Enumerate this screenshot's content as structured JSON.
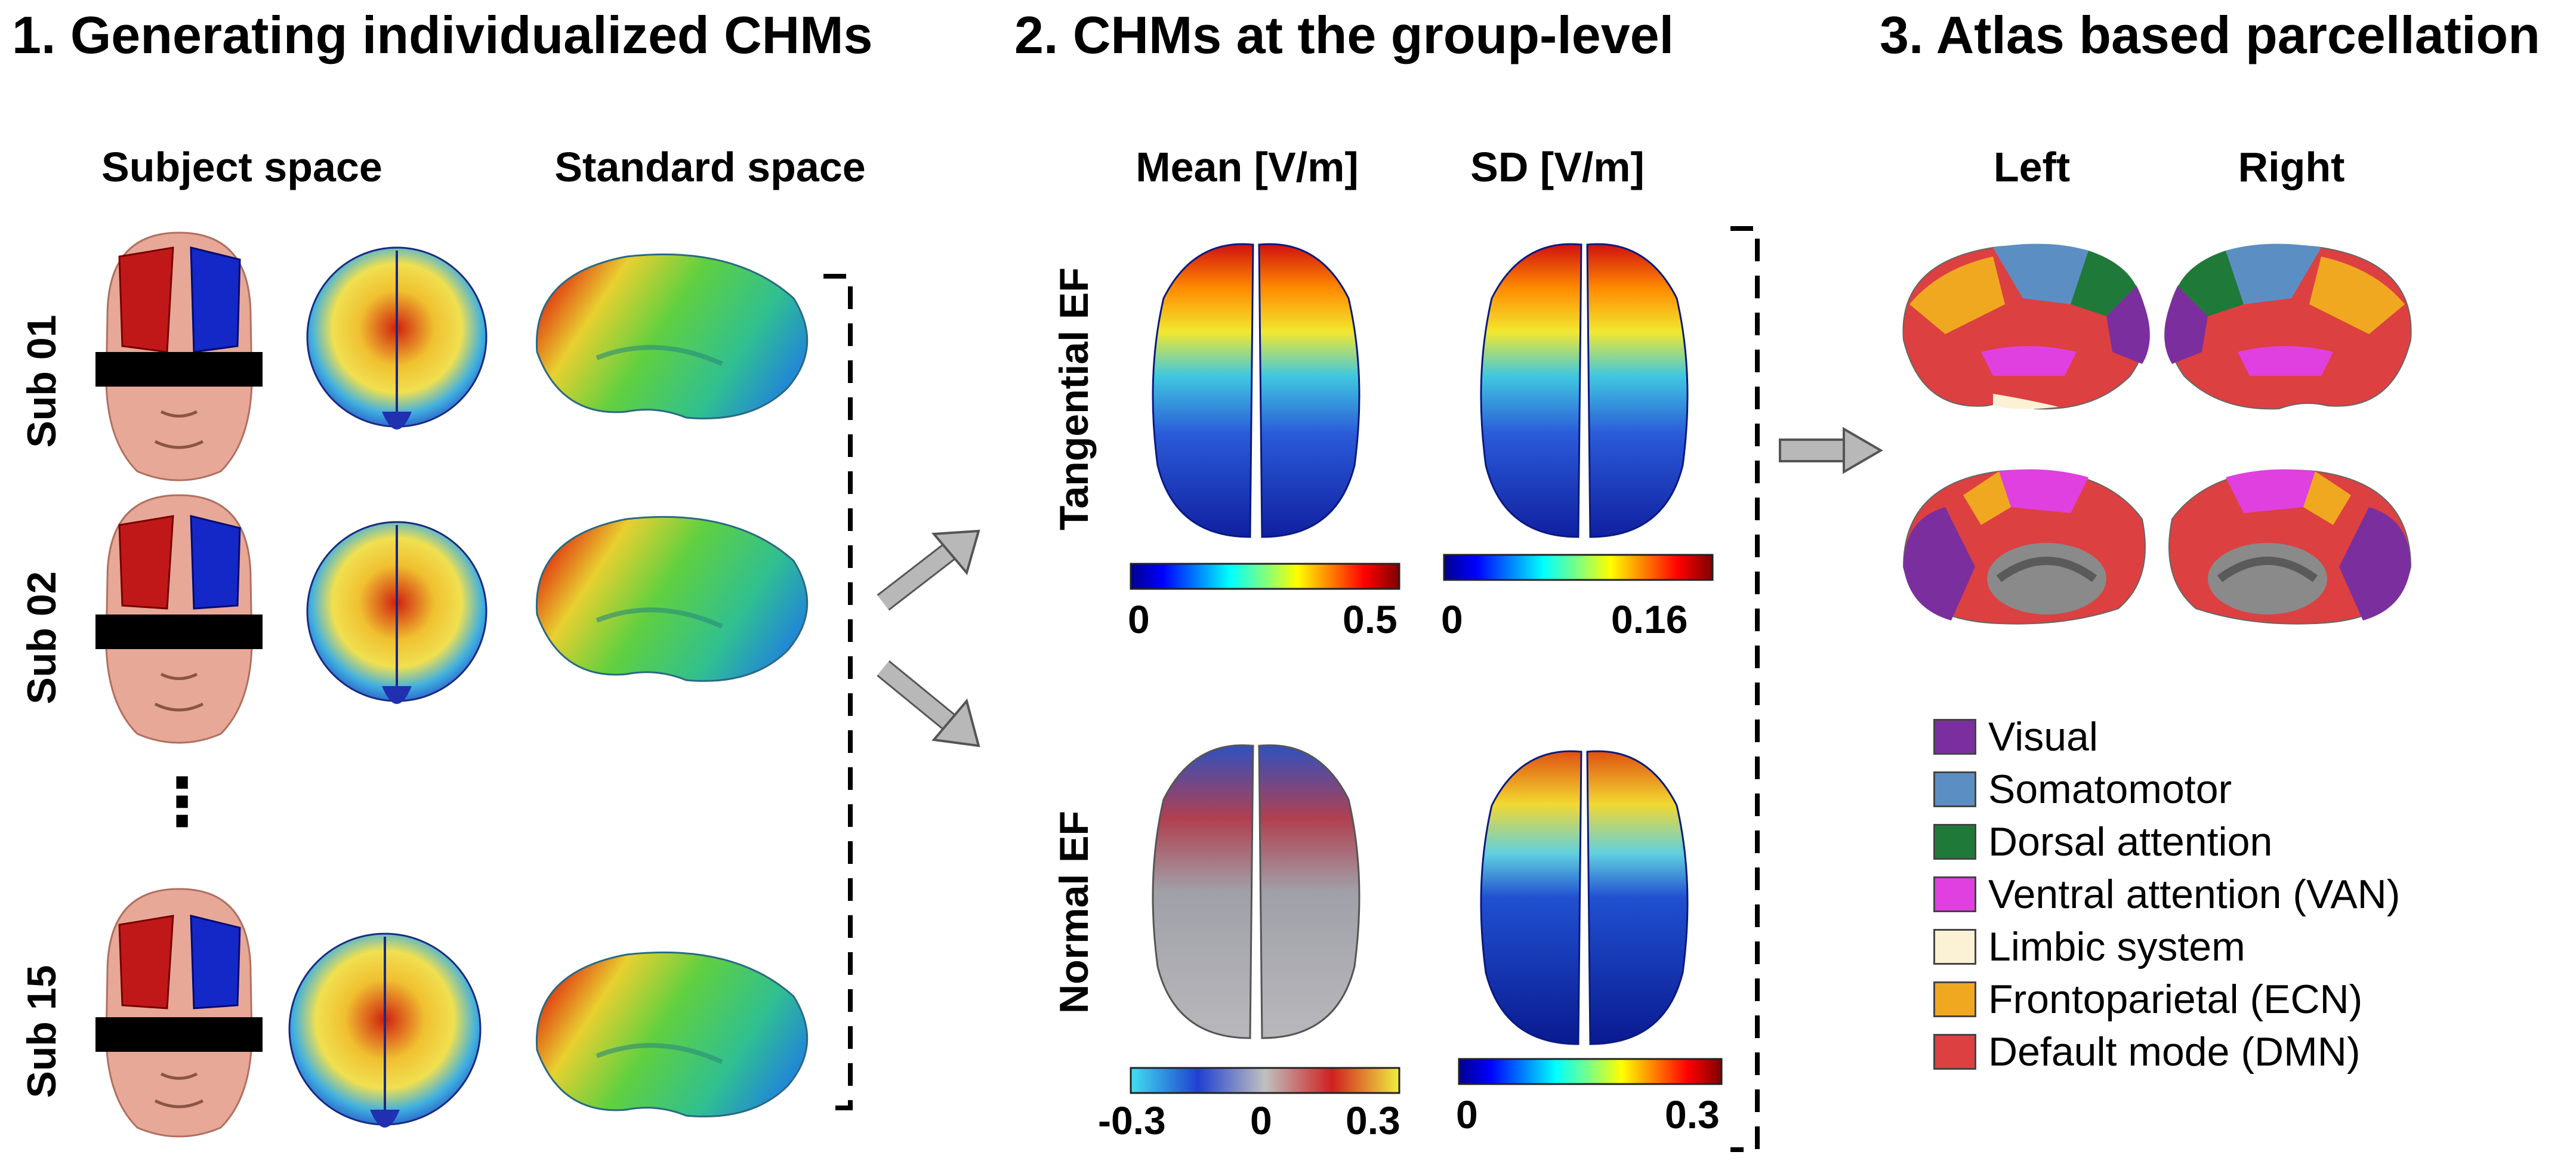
{
  "panel1": {
    "title": "1. Generating individualized CHMs",
    "col_subject": "Subject space",
    "col_standard": "Standard space",
    "subjects": [
      "Sub 01",
      "Sub 02",
      "Sub 15"
    ],
    "ellipsis": "⋮"
  },
  "panel2": {
    "title": "2. CHMs at the group-level",
    "col_mean": "Mean [V/m]",
    "col_sd": "SD [V/m]",
    "row_tangential": "Tangential  EF",
    "row_normal": "Normal EF",
    "colorbars": {
      "tang_mean": {
        "min": "0",
        "max": "0.5"
      },
      "tang_sd": {
        "min": "0",
        "max": "0.16"
      },
      "norm_mean": {
        "min": "-0.3",
        "mid": "0",
        "max": "0.3"
      },
      "norm_sd": {
        "min": "0",
        "max": "0.3"
      }
    }
  },
  "panel3": {
    "title": "3. Atlas based parcellation",
    "col_left": "Left",
    "col_right": "Right",
    "legend": [
      {
        "label": "Visual",
        "color": "#7b2f9e"
      },
      {
        "label": "Somatomotor",
        "color": "#5b8fc4"
      },
      {
        "label": "Dorsal attention",
        "color": "#1f7a3a"
      },
      {
        "label": "Ventral attention (VAN)",
        "color": "#e040e0"
      },
      {
        "label": "Limbic system",
        "color": "#fbf2d6"
      },
      {
        "label": "Frontoparietal (ECN)",
        "color": "#f0a820"
      },
      {
        "label": "Default mode (DMN)",
        "color": "#dd4040"
      }
    ]
  },
  "colors": {
    "head_skin": "#e8a897",
    "electrode_red": "#c01818",
    "electrode_blue": "#1428c8",
    "arrow_gray": "#b8b8b8"
  }
}
